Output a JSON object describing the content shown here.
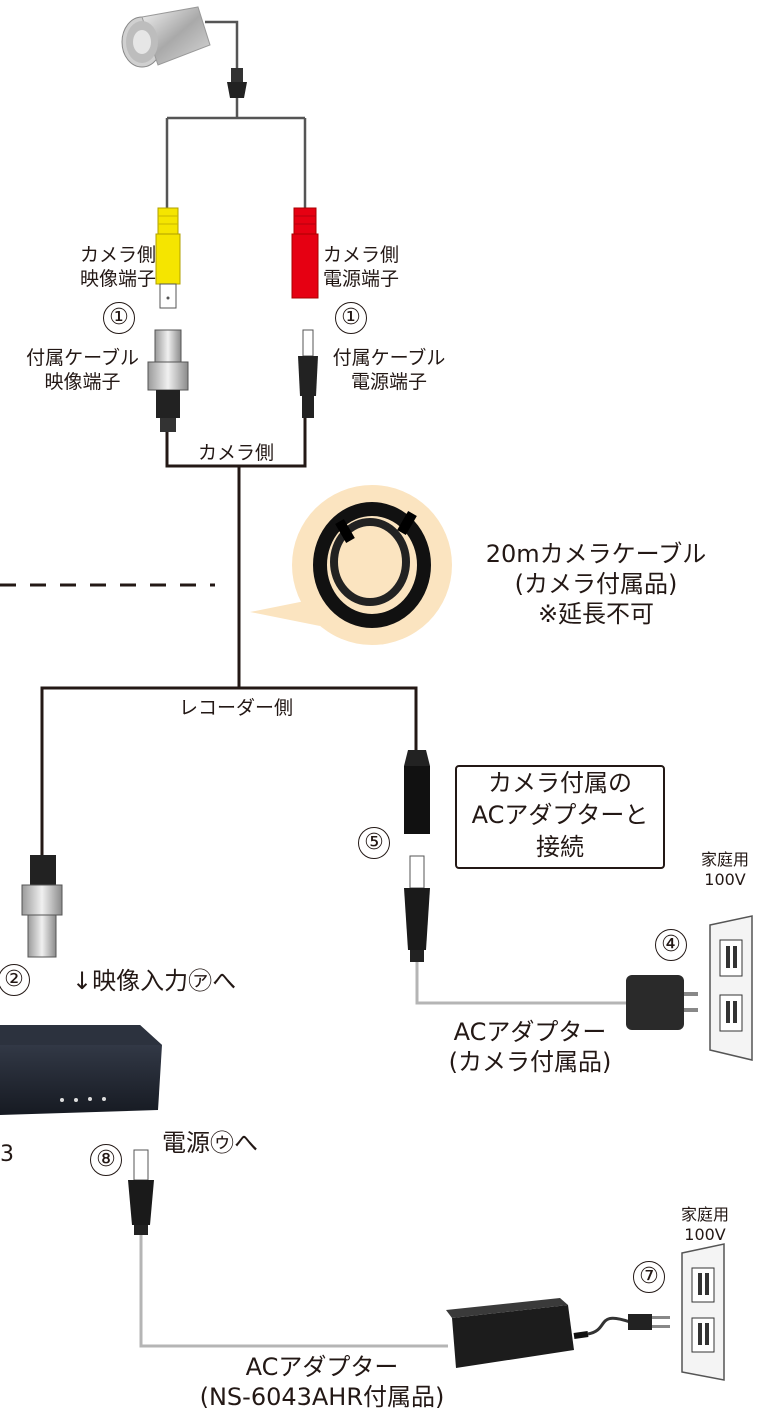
{
  "camera_side": {
    "video_terminal": [
      "カメラ側",
      "映像端子"
    ],
    "power_terminal": [
      "カメラ側",
      "電源端子"
    ],
    "cable_video_terminal": [
      "付属ケーブル",
      "映像端子"
    ],
    "cable_power_terminal": [
      "付属ケーブル",
      "電源端子"
    ],
    "bracket_label": "カメラ側",
    "marker_video": "①",
    "marker_power": "①"
  },
  "cable": {
    "lines": [
      "20mカメラケーブル",
      "(カメラ付属品)",
      "※延長不可"
    ]
  },
  "recorder_side": {
    "bracket_label": "レコーダー側",
    "marker_video": "②",
    "video_input": "↓映像入力㋐へ",
    "marker_power": "⑤",
    "note": [
      "カメラ付属の",
      "ACアダプターと",
      "接続"
    ]
  },
  "camera_adapter": {
    "marker": "④",
    "outlet": [
      "家庭用",
      "100V"
    ],
    "label": [
      "ACアダプター",
      "(カメラ付属品)"
    ]
  },
  "recorder_power": {
    "marker": "⑧",
    "label": "電源㋒へ",
    "left_marker_partial": "3"
  },
  "recorder_adapter": {
    "marker": "⑦",
    "outlet": [
      "家庭用",
      "100V"
    ],
    "label": [
      "ACアダプター",
      "(NS-6043AHR付属品)"
    ]
  },
  "colors": {
    "line": "#231815",
    "gray_cable": "#b5b5b5",
    "yellow_plug": "#f5e500",
    "red_plug": "#e60012",
    "bubble": "#fbe4c0"
  }
}
